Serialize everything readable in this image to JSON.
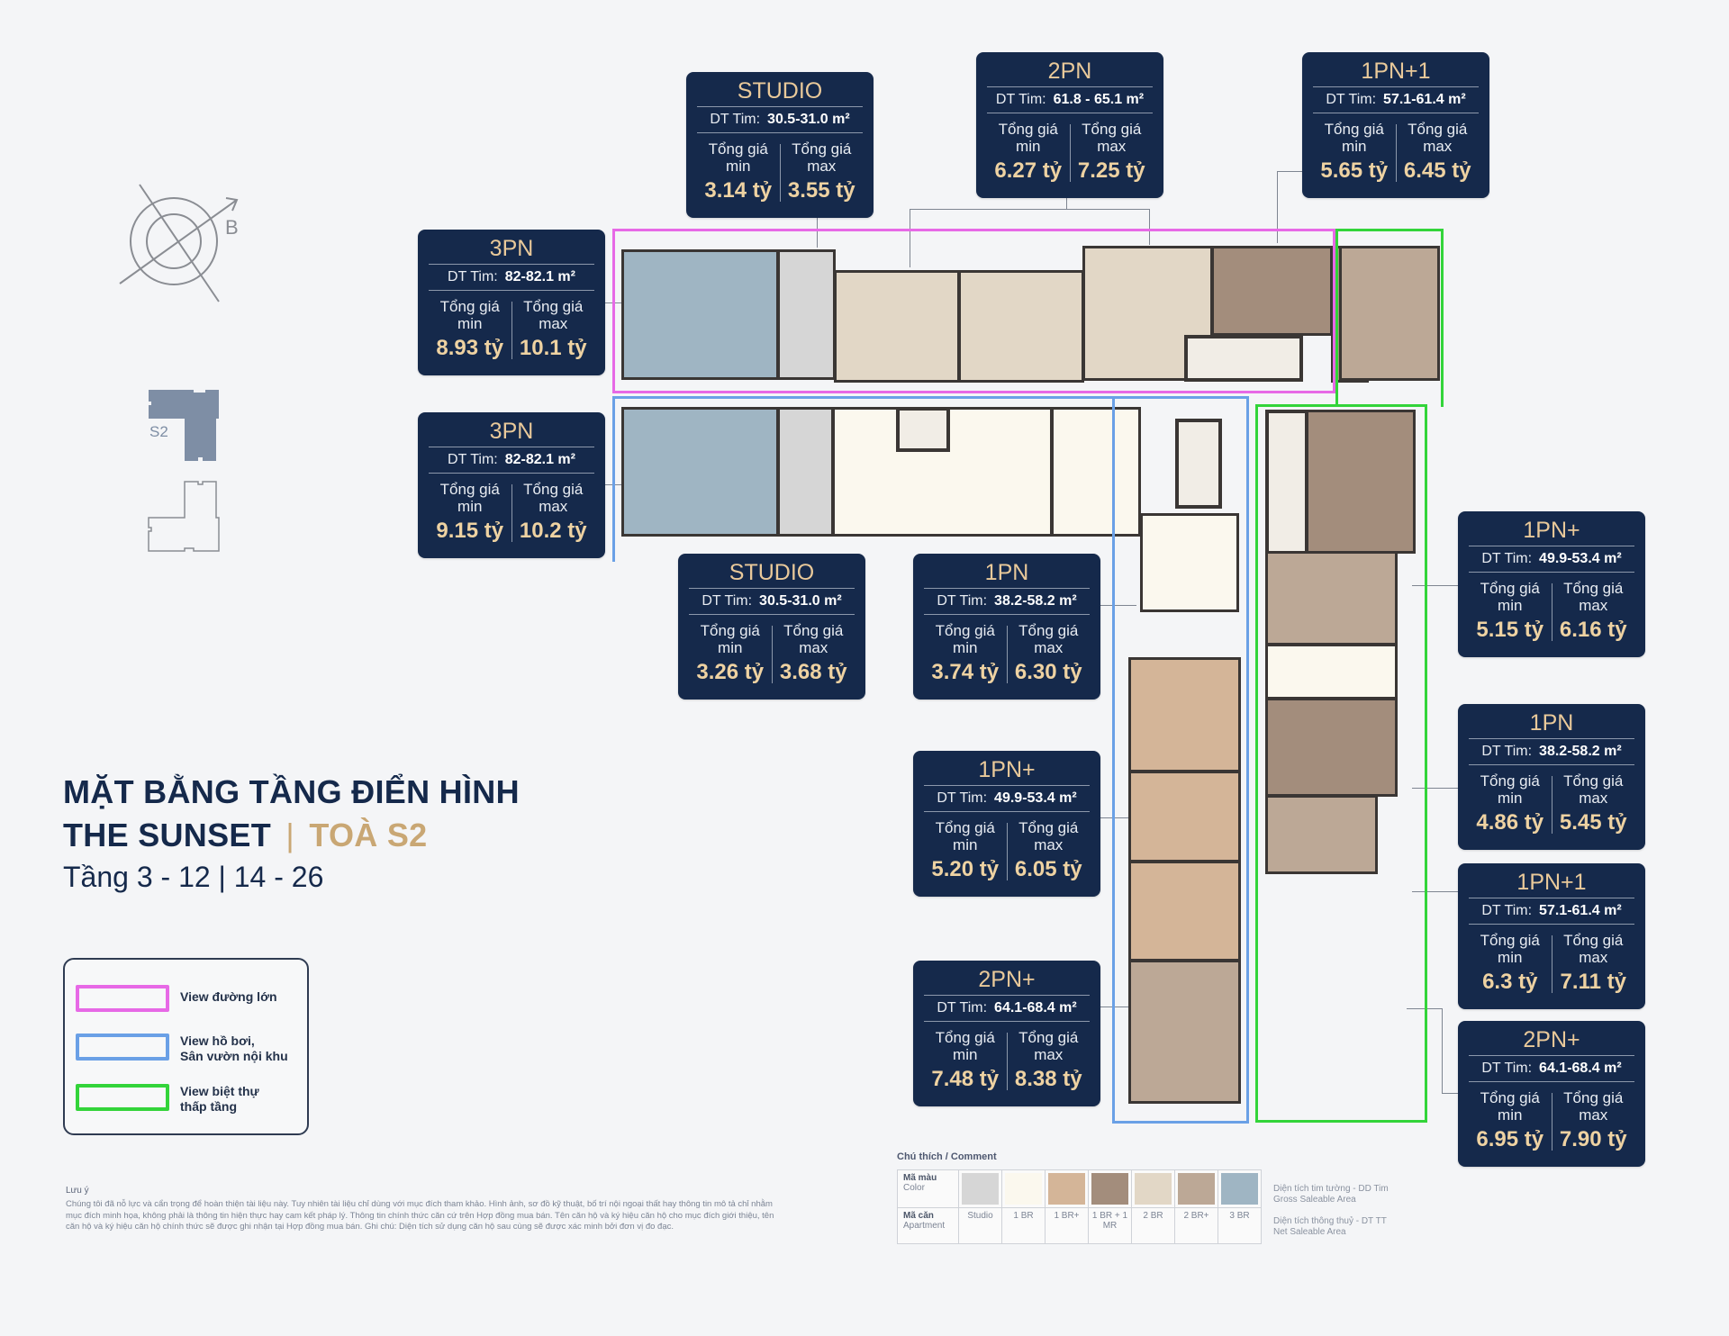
{
  "header": {
    "title_line1": "MẶT BẰNG TẦNG ĐIỂN HÌNH",
    "title_line2_main": "THE SUNSET",
    "title_line2_sep": "|",
    "title_line2_accent": "TOÀ S2",
    "subtitle": "Tầng 3 - 12 | 14 - 26"
  },
  "compass": {
    "icon": "compass-icon",
    "direction_label": "B"
  },
  "building_key": {
    "label": "S2",
    "icon": "building-footprint-icon"
  },
  "colors": {
    "card_bg": "#15294b",
    "card_accent": "#eed2a2",
    "title_navy": "#15294b",
    "title_gold": "#c9a774",
    "view_pink": "#e769e6",
    "view_blue": "#6aa0e6",
    "view_green": "#33d43a"
  },
  "card_labels": {
    "area_prefix": "DT Tim:",
    "min_label_1": "Tổng giá",
    "min_label_2": "min",
    "max_label_1": "Tổng giá",
    "max_label_2": "max"
  },
  "cards": [
    {
      "type": "STUDIO",
      "area": "30.5-31.0 m²",
      "min": "3.14 tỷ",
      "max": "3.55 tỷ"
    },
    {
      "type": "2PN",
      "area": "61.8 - 65.1 m²",
      "min": "6.27 tỷ",
      "max": "7.25 tỷ"
    },
    {
      "type": "1PN+1",
      "area": "57.1-61.4 m²",
      "min": "5.65 tỷ",
      "max": "6.45 tỷ"
    },
    {
      "type": "3PN",
      "area": "82-82.1 m²",
      "min": "8.93 tỷ",
      "max": "10.1 tỷ"
    },
    {
      "type": "3PN",
      "area": "82-82.1 m²",
      "min": "9.15 tỷ",
      "max": "10.2 tỷ"
    },
    {
      "type": "STUDIO",
      "area": "30.5-31.0 m²",
      "min": "3.26 tỷ",
      "max": "3.68 tỷ"
    },
    {
      "type": "1PN",
      "area": "38.2-58.2 m²",
      "min": "3.74 tỷ",
      "max": "6.30 tỷ"
    },
    {
      "type": "1PN+",
      "area": "49.9-53.4 m²",
      "min": "5.20 tỷ",
      "max": "6.05 tỷ"
    },
    {
      "type": "2PN+",
      "area": "64.1-68.4 m²",
      "min": "7.48 tỷ",
      "max": "8.38 tỷ"
    },
    {
      "type": "1PN+",
      "area": "49.9-53.4 m²",
      "min": "5.15 tỷ",
      "max": "6.16 tỷ"
    },
    {
      "type": "1PN",
      "area": "38.2-58.2 m²",
      "min": "4.86 tỷ",
      "max": "5.45 tỷ"
    },
    {
      "type": "1PN+1",
      "area": "57.1-61.4 m²",
      "min": "6.3 tỷ",
      "max": "7.11 tỷ"
    },
    {
      "type": "2PN+",
      "area": "64.1-68.4 m²",
      "min": "6.95 tỷ",
      "max": "7.90 tỷ"
    }
  ],
  "view_legend": [
    {
      "label_1": "View đường lớn",
      "label_2": "",
      "color": "#e769e6"
    },
    {
      "label_1": "View hồ bơi,",
      "label_2": "Sân vườn nội khu",
      "color": "#6aa0e6"
    },
    {
      "label_1": "View biệt thự",
      "label_2": "thấp tầng",
      "color": "#33d43a"
    }
  ],
  "note": {
    "title": "Lưu ý",
    "body": "Chúng tôi đã nỗ lực và cẩn trọng để hoàn thiện tài liệu này. Tuy nhiên tài liệu chỉ dùng với mục đích tham khảo. Hình ảnh, sơ đồ kỹ thuật, bố trí nội ngoại thất hay thông tin mô tả chỉ nhằm mục đích minh họa, không phải là thông tin hiện thực hay cam kết pháp lý. Thông tin chính thức căn cứ trên Hợp đồng mua bán. Tên căn hộ và ký hiệu căn hộ cho mục đích giới thiệu, tên căn hộ và ký hiệu căn hộ chính thức sẽ được ghi nhận tại Hợp đồng mua bán. Ghi chú: Diện tích sử dụng căn hộ sau cùng sẽ được xác minh bởi đơn vị đo đạc."
  },
  "color_key": {
    "caption": "Chú thích / Comment",
    "row1_label_vi": "Mã màu",
    "row1_label_en": "Color",
    "row2_label_vi": "Mã căn",
    "row2_label_en": "Apartment",
    "items": [
      {
        "name": "Studio",
        "color": "#d6d6d6"
      },
      {
        "name": "1 BR",
        "color": "#fbf8ee"
      },
      {
        "name": "1 BR+",
        "color": "#d4b598"
      },
      {
        "name": "1 BR + 1 MR",
        "color": "#a38d7c"
      },
      {
        "name": "2 BR",
        "color": "#e2d7c6"
      },
      {
        "name": "2 BR+",
        "color": "#bca896"
      },
      {
        "name": "3 BR",
        "color": "#9fb5c3"
      }
    ],
    "side_note_1a": "Diện tích tim tường - DD Tim",
    "side_note_1b": "Gross Saleable Area",
    "side_note_2a": "Diện tích thông thuỷ - DT TT",
    "side_note_2b": "Net Saleable Area"
  }
}
